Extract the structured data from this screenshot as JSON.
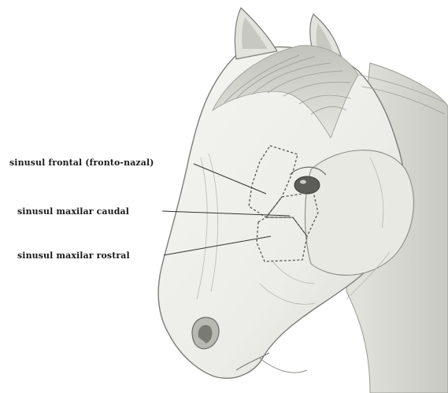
{
  "labels": {
    "frontal_sinus": "sinusul frontal (fronto-nazal)",
    "caudal_maxillary_sinus": "sinusul maxilar caudal",
    "rostral_maxillary_sinus": "sinusul maxilar rostral"
  },
  "colors": {
    "background": "#ffffff",
    "sketch_light": "#eeeeea",
    "sketch_mid": "#cfcfc9",
    "sketch_dark": "#8a8a85",
    "outline": "#6b6b66",
    "text": "#1a1a1a"
  }
}
